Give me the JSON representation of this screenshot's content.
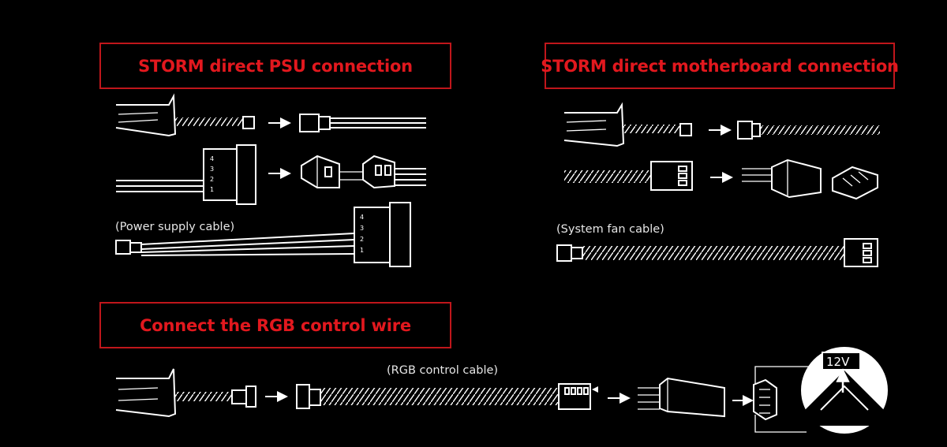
{
  "panels": {
    "psu": {
      "title": "STORM direct PSU connection",
      "cable_label": "(Power supply cable)",
      "pin_numbers": [
        "4",
        "3",
        "2",
        "1"
      ]
    },
    "motherboard": {
      "title": "STORM direct motherboard connection",
      "cable_label": "(System fan cable)"
    },
    "rgb": {
      "title": "Connect the RGB control wire",
      "cable_label": "(RGB control cable)",
      "voltage_label": "12V"
    }
  },
  "colors": {
    "accent_red": "#e2181e",
    "border_red": "#c0161b",
    "line": "#ffffff",
    "background": "#000000"
  }
}
